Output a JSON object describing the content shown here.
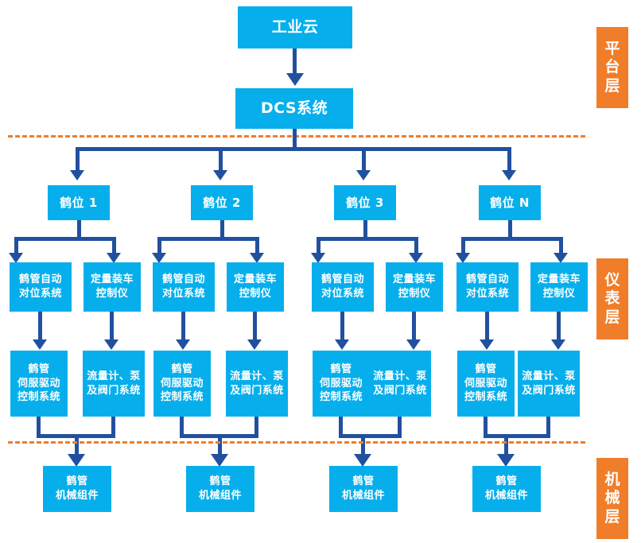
{
  "diagram": {
    "title_node": "工业云",
    "dcs_node": "DCS系统",
    "layers": [
      {
        "id": "platform",
        "label": "平台层",
        "chars": [
          "平",
          "台",
          "层"
        ]
      },
      {
        "id": "instrument",
        "label": "仪表层",
        "chars": [
          "仪",
          "表",
          "层"
        ]
      },
      {
        "id": "mechanical",
        "label": "机械层",
        "chars": [
          "机",
          "械",
          "层"
        ]
      }
    ],
    "stations": [
      {
        "name": "鹤位 1"
      },
      {
        "name": "鹤位 2"
      },
      {
        "name": "鹤位 3"
      },
      {
        "name": "鹤位 N"
      }
    ],
    "instrument_left": "鹤管自动\n对位系统",
    "instrument_right": "定量装车\n控制仪",
    "control_left": "鹤管\n伺服驱动\n控制系统",
    "control_right": "流量计、泵\n及阀门系统",
    "mechanical_node": "鹤管\n机械组件",
    "colors": {
      "node_fill": "#06AFEC",
      "layer_tag": "#F07D29",
      "connector": "#21509F",
      "separator": "#F07D29",
      "text": "#FFFFFF",
      "background": "#FFFFFF"
    }
  }
}
